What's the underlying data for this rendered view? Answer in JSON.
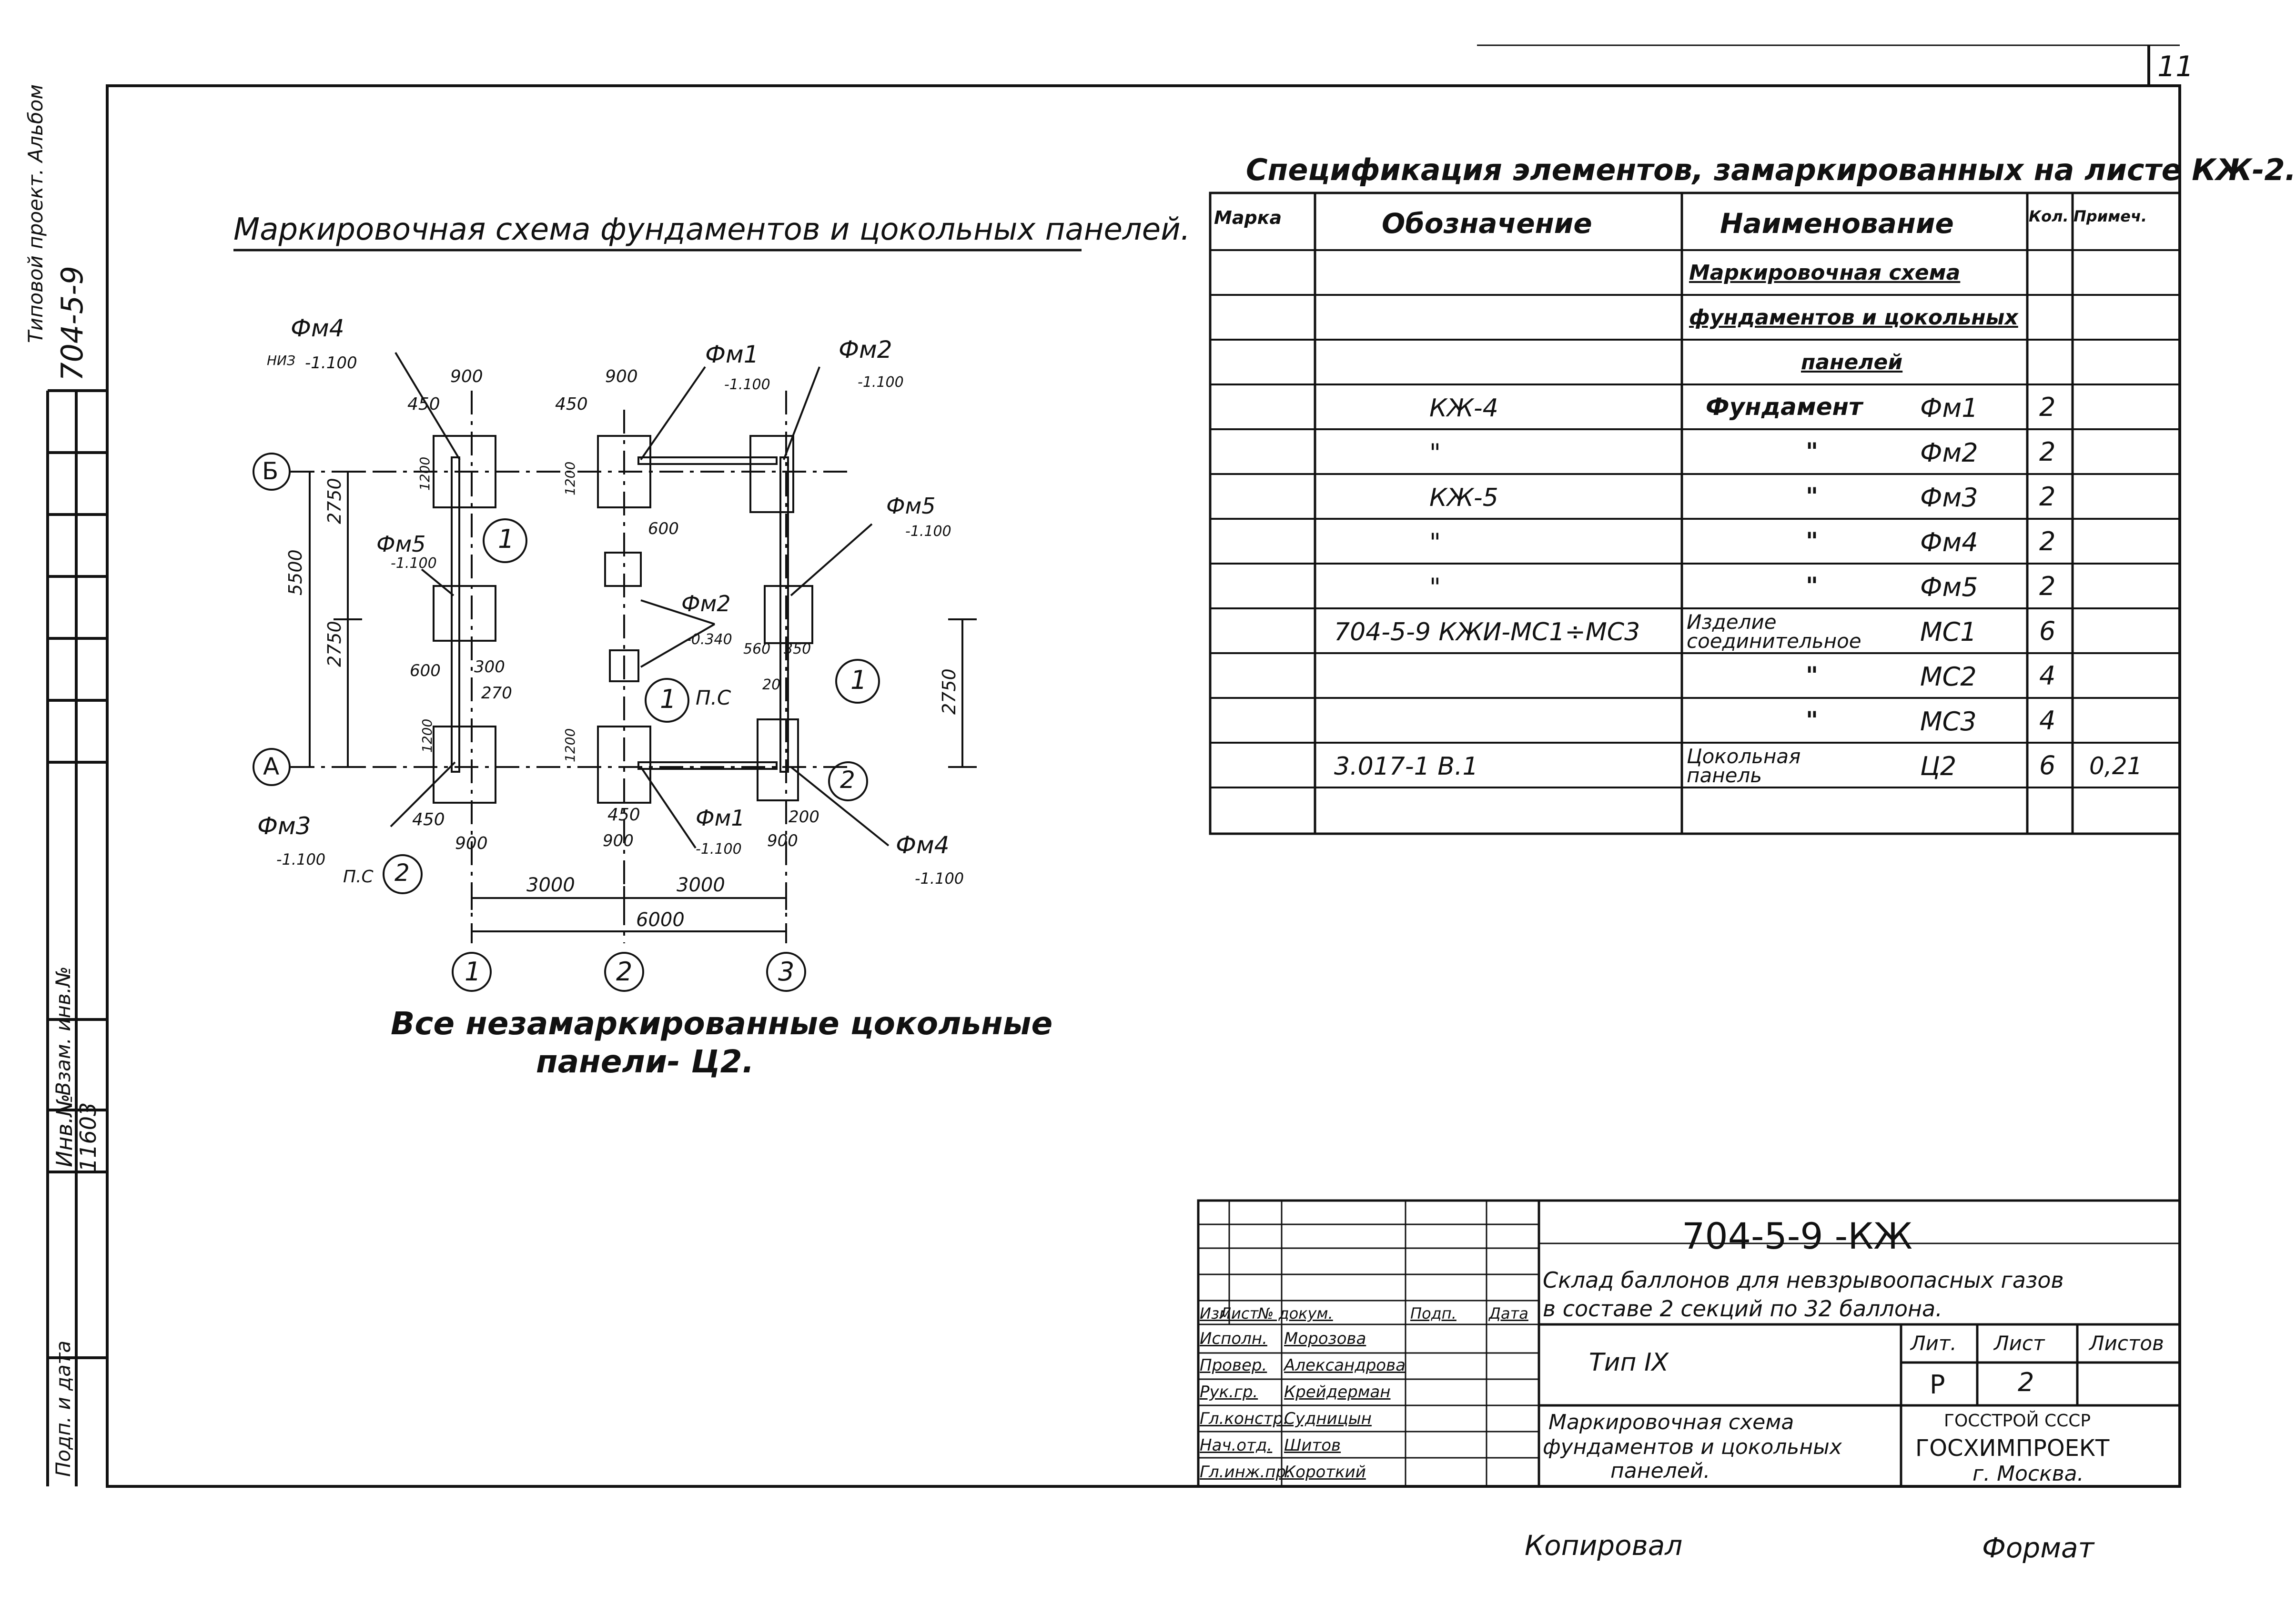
{
  "sheet_number": "11",
  "left_margin": {
    "album": "Типовой проект. Альбом",
    "project_code": "704-5-9",
    "inv_label": "Инв.№",
    "inv_number": "11603",
    "signature_label": "Подп. и дата",
    "replace_label": "Взам. инв.№"
  },
  "scheme": {
    "title": "Маркировочная схема фундаментов и цокольных панелей.",
    "note_line1": "Все незамаркированные цокольные",
    "note_line2": "панели- Ц2.",
    "axes": {
      "rows": [
        "Б",
        "А"
      ],
      "cols": [
        "1",
        "2",
        "3"
      ]
    },
    "callouts": [
      {
        "mark": "Фм4",
        "level": "-1.100"
      },
      {
        "mark": "Фм1",
        "level": "-1.100"
      },
      {
        "mark": "Фм2",
        "level": "-1.100"
      },
      {
        "mark": "Фм5",
        "level": "-1.100"
      },
      {
        "mark": "Фм5",
        "level": "-1.100"
      },
      {
        "mark": "Фм2",
        "level": "-0.340"
      },
      {
        "mark": "Фм3",
        "level": "-1.100"
      },
      {
        "mark": "Фм1",
        "level": "-1.100"
      },
      {
        "mark": "Фм4",
        "level": "-1.100"
      }
    ],
    "level_prefix": "НИЗ",
    "section_marks": [
      "1",
      "1",
      "1",
      "2",
      "2"
    ],
    "section_labels": [
      "П.С",
      "П.С"
    ],
    "dims": {
      "d900": "900",
      "d450": "450",
      "d1200": "1200",
      "d600": "600",
      "d300": "300",
      "d270": "270",
      "d200": "200",
      "d20": "20",
      "d350": "350",
      "d560": "560",
      "d2750": "2750",
      "d5500": "5500",
      "d3000": "3000",
      "d6000": "6000"
    }
  },
  "spec": {
    "title": "Спецификация элементов, замаркированных на листе КЖ-2.",
    "headers": [
      "Марка",
      "Обозначение",
      "Наименование",
      "Кол.",
      "Примеч."
    ],
    "rows": [
      {
        "mark": "",
        "designation": "",
        "name": "Маркировочная схема",
        "qty": "",
        "note": "",
        "underline": true
      },
      {
        "mark": "",
        "designation": "",
        "name": "фундаментов и цокольных",
        "qty": "",
        "note": "",
        "underline": true
      },
      {
        "mark": "",
        "designation": "",
        "name": "панелей",
        "qty": "",
        "note": "",
        "underline": true
      },
      {
        "mark": "",
        "designation": "КЖ-4",
        "name": "Фундамент",
        "name2": "Фм1",
        "qty": "2",
        "note": ""
      },
      {
        "mark": "",
        "designation": "\"",
        "name": "\"",
        "name2": "Фм2",
        "qty": "2",
        "note": ""
      },
      {
        "mark": "",
        "designation": "КЖ-5",
        "name": "\"",
        "name2": "Фм3",
        "qty": "2",
        "note": ""
      },
      {
        "mark": "",
        "designation": "\"",
        "name": "\"",
        "name2": "Фм4",
        "qty": "2",
        "note": ""
      },
      {
        "mark": "",
        "designation": "\"",
        "name": "\"",
        "name2": "Фм5",
        "qty": "2",
        "note": ""
      },
      {
        "mark": "",
        "designation": "704-5-9   КЖИ-МС1÷МС3",
        "name": "Изделие",
        "name_b": "соединительное",
        "name2": "МС1",
        "qty": "6",
        "note": ""
      },
      {
        "mark": "",
        "designation": "",
        "name": "\"",
        "name2": "МС2",
        "qty": "4",
        "note": ""
      },
      {
        "mark": "",
        "designation": "",
        "name": "\"",
        "name2": "МС3",
        "qty": "4",
        "note": ""
      },
      {
        "mark": "",
        "designation": "3.017-1 В.1",
        "name": "Цокольная",
        "name_b": "панель",
        "name2": "Ц2",
        "qty": "6",
        "note": "0,21"
      },
      {
        "mark": "",
        "designation": "",
        "name": "",
        "qty": "",
        "note": ""
      }
    ]
  },
  "title_block": {
    "code": "704-5-9   -КЖ",
    "object_line1": "Склад баллонов для невзрывоопасных газов",
    "object_line2": "в составе 2 секций по 32 баллона.",
    "type": "Тип IX",
    "col_headers": [
      "Изм.",
      "Лист",
      "№ докум.",
      "Подп.",
      "Дата"
    ],
    "people": [
      {
        "role": "Исполн.",
        "name": "Морозова"
      },
      {
        "role": "Провер.",
        "name": "Александрова"
      },
      {
        "role": "Рук.гр.",
        "name": "Крейдерман"
      },
      {
        "role": "Гл.констр.",
        "name": "Судницын"
      },
      {
        "role": "Нач.отд.",
        "name": "Шитов"
      },
      {
        "role": "Гл.инж.пр.",
        "name": "Короткий"
      }
    ],
    "stage_label": "Лит.",
    "sheet_label": "Лист",
    "sheets_label": "Листов",
    "stage": "Р",
    "sheet": "2",
    "sheet_title_1": "Маркировочная схема",
    "sheet_title_2": "фундаментов и цокольных",
    "sheet_title_3": "панелей.",
    "org_1": "ГОССТРОЙ СССР",
    "org_2": "ГОСХИМПРОЕКТ",
    "org_3": "г. Москва."
  },
  "footer": {
    "copied": "Копировал",
    "format": "Формат"
  }
}
